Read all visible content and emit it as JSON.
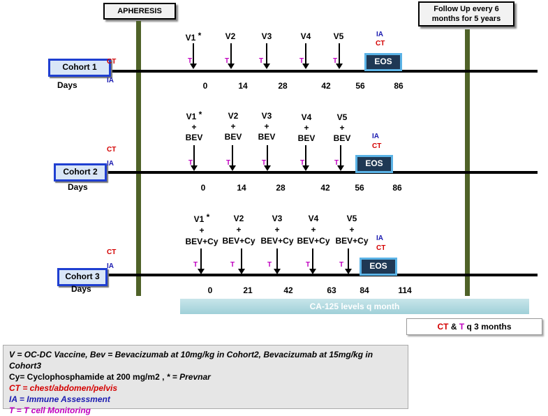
{
  "header": {
    "apheresis": "APHERESIS",
    "followup": "Follow Up every 6 months for 5 years"
  },
  "labels": {
    "days": "Days",
    "ct": "CT",
    "ia": "IA",
    "t": "T",
    "eos": "EOS",
    "star": "*",
    "plus": "+"
  },
  "cohorts": [
    {
      "name": "Cohort 1",
      "visits": [
        "V1",
        "V2",
        "V3",
        "V4",
        "V5"
      ],
      "treatment": "",
      "days": [
        "0",
        "14",
        "28",
        "42",
        "56",
        "86"
      ]
    },
    {
      "name": "Cohort 2",
      "visits": [
        "V1",
        "V2",
        "V3",
        "V4",
        "V5"
      ],
      "treatment": "BEV",
      "days": [
        "0",
        "14",
        "28",
        "42",
        "56",
        "86"
      ]
    },
    {
      "name": "Cohort 3",
      "visits": [
        "V1",
        "V2",
        "V3",
        "V4",
        "V5"
      ],
      "treatment": "BEV+Cy",
      "days": [
        "0",
        "21",
        "42",
        "63",
        "84",
        "114"
      ]
    }
  ],
  "ca125": "CA-125 levels q month",
  "ctq": {
    "ct": "CT",
    "amp": "&",
    "t": "T",
    "rest": "q 3 months"
  },
  "legend": {
    "line1": "V = OC-DC Vaccine, Bev = Bevacizumab at 10mg/kg in Cohort2,  Bevacizumab at 15mg/kg in Cohort3",
    "line2a": "Cy= Cyclophosphamide at 200 mg/m2 , ",
    "line2b": "* = Prevnar",
    "line3": "CT = chest/abdomen/pelvis",
    "line4": "IA = Immune Assessment",
    "line5": "T = T cell Monitoring"
  },
  "colors": {
    "ct": "#d40000",
    "ia": "#1a1ab0",
    "t": "#c000c0",
    "bar": "#4f6228",
    "cohort_border": "#1f3fd1",
    "eos_fill": "#1f3854",
    "eos_border": "#5bb3e6"
  }
}
